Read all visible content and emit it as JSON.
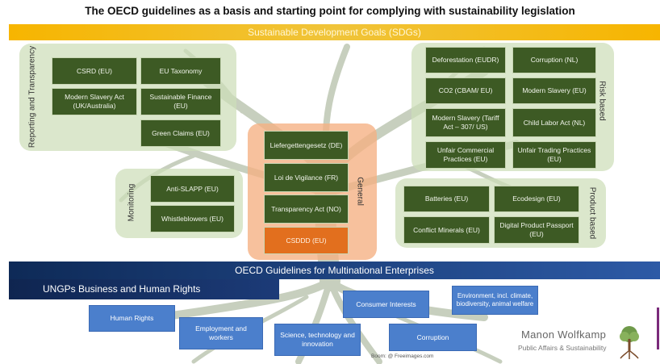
{
  "title": "The OECD guidelines as a basis and starting point for complying with sustainability legislation",
  "sdg_bar": "Sustainable Development Goals (SDGs)",
  "groups": {
    "reporting": {
      "label": "Reporting and Transparency",
      "items": [
        "CSRD (EU)",
        "EU Taxonomy",
        "Modern Slavery Act (UK/Australia)",
        "Sustainable Finance (EU)",
        "Green Claims (EU)"
      ]
    },
    "monitoring": {
      "label": "Monitoring",
      "items": [
        "Anti-SLAPP (EU)",
        "Whistleblowers (EU)"
      ]
    },
    "general": {
      "label": "General",
      "items": [
        "Liefergettengesetz (DE)",
        "Loi de Vigilance (FR)",
        "Transparency Act (NO)",
        "CSDDD (EU)"
      ]
    },
    "risk": {
      "label": "Risk based",
      "items": [
        "Deforestation (EUDR)",
        "Corruption  (NL)",
        "CO2 (CBAM/ EU)",
        "Modern Slavery (EU)",
        "Modern Slavery (Tariff Act – 307/ US)",
        "Child Labor Act (NL)",
        "Unfair Commercial Practices (EU)",
        "Unfair Trading Practices (EU)"
      ]
    },
    "product": {
      "label": "Product based",
      "items": [
        "Batteries (EU)",
        "Ecodesign (EU)",
        "Conflict Minerals (EU)",
        "Digital Product Passport (EU)"
      ]
    }
  },
  "oecd_bar": "OECD Guidelines for Multinational Enterprises",
  "ungp_bar": "UNGPs Business and Human Rights",
  "roots": [
    "Human Rights",
    "Employment and workers",
    "Science, technology and innovation",
    "Consumer Interests",
    "Corruption",
    "Environment, incl. climate, biodiversity, animal welfare"
  ],
  "credit": "Boom: @ Freeimages.com",
  "author": {
    "name": "Manon Wolfkamp",
    "subtitle": "Public Affairs & Sustainability"
  },
  "colors": {
    "sdg_bar": "#f7b500",
    "green_box": "#3d5a24",
    "group_bg": "#cddeb9",
    "general_bg": "#f5b082",
    "csddd_box": "#e26f1e",
    "oecd_bar": "#1f4282",
    "root_box": "#4b7fcc"
  }
}
